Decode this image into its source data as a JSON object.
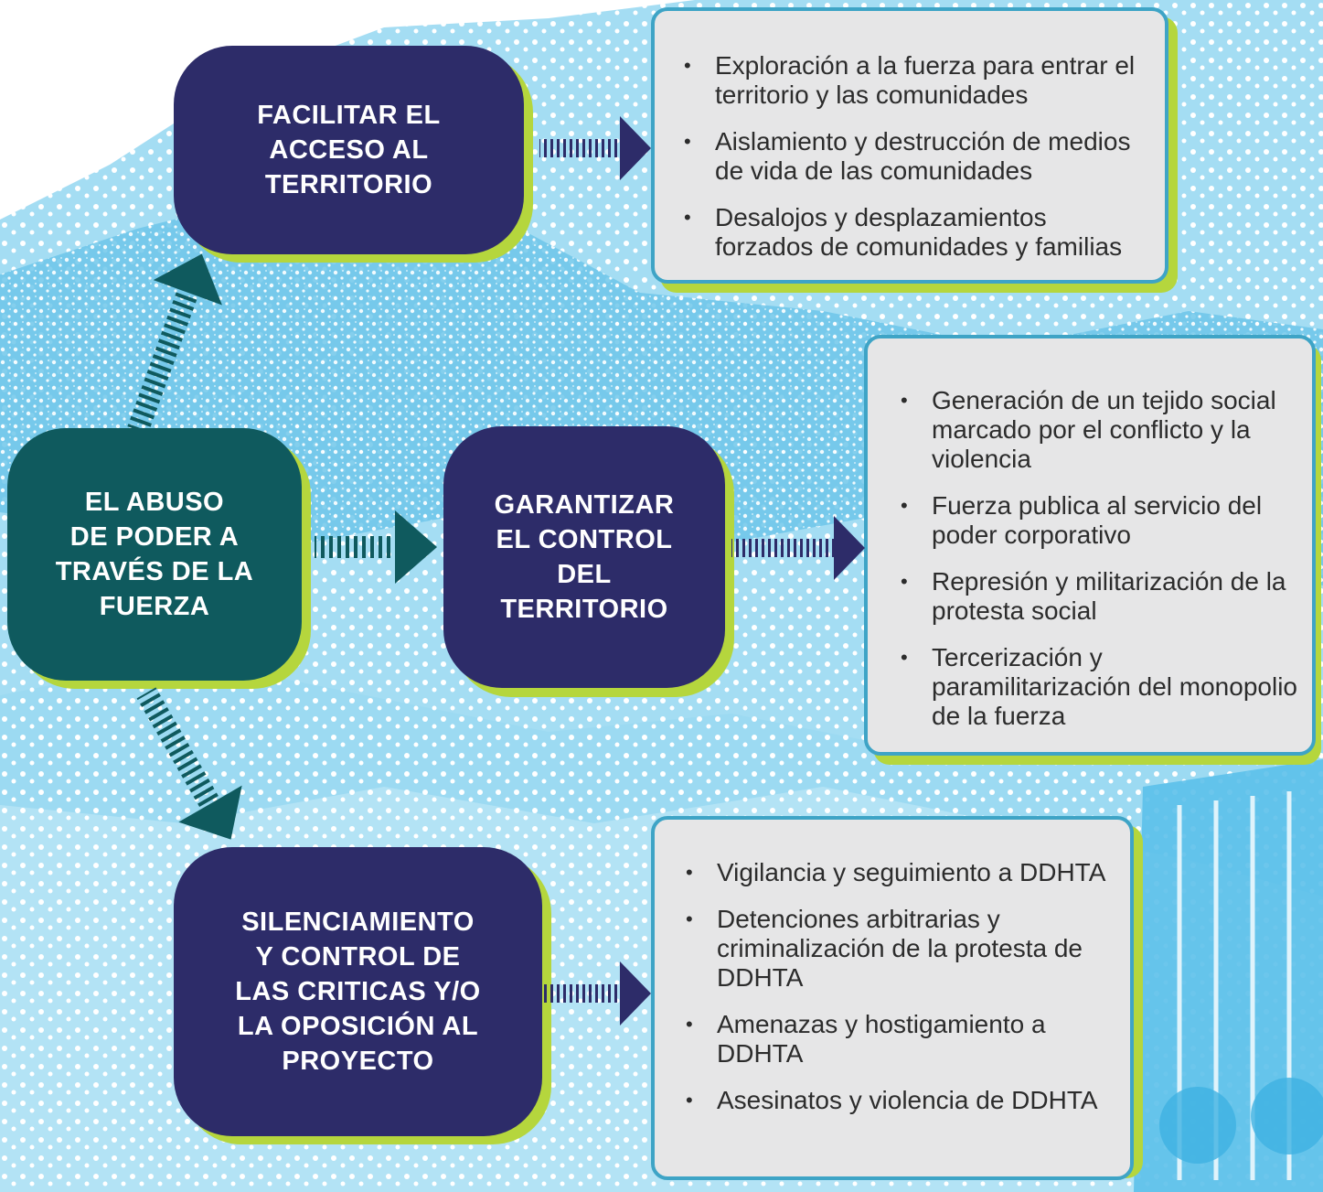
{
  "colors": {
    "navy": "#2d2c69",
    "teal": "#0f5a5e",
    "lime": "#b5d63d",
    "box_border": "#3ea4c6",
    "box_fill": "#e6e6e7",
    "sky": "#7fd0ef"
  },
  "center": {
    "label": "EL ABUSO\nDE PODER A\nTRAVÉS DE LA\nFUERZA"
  },
  "branches": [
    {
      "label": "FACILITAR EL\nACCESO AL\nTERRITORIO",
      "items": [
        "Exploración a la fuerza para entrar el territorio y las comunidades",
        "Aislamiento y destrucción de medios de vida de las comunidades",
        "Desalojos y desplazamientos forzados de comunidades y familias"
      ]
    },
    {
      "label": "GARANTIZAR\nEL CONTROL\nDEL\nTERRITORIO",
      "items": [
        "Generación de un tejido social marcado por el conflicto y la violencia",
        "Fuerza publica al servicio del poder corporativo",
        " Represión y militarización de la protesta social",
        "Tercerización y paramilitarización del monopolio de la fuerza"
      ]
    },
    {
      "label": "SILENCIAMIENTO\nY CONTROL DE\nLAS CRITICAS Y/O\nLA OPOSICIÓN AL\nPROYECTO",
      "items": [
        " Vigilancia y seguimiento a DDHTA",
        " Detenciones arbitrarias y criminalización de la protesta de DDHTA",
        " Amenazas y hostigamiento a DDHTA",
        " Asesinatos y violencia de DDHTA"
      ]
    }
  ]
}
